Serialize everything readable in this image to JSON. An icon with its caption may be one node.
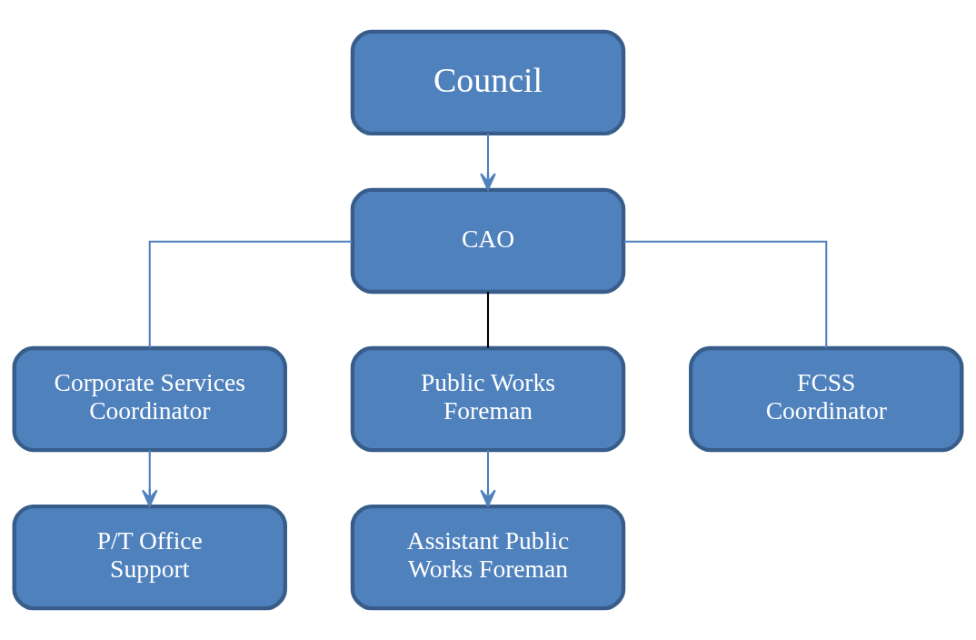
{
  "diagram": {
    "nodes": [
      {
        "text": [
          "Council"
        ]
      },
      {
        "text": [
          "CAO"
        ]
      },
      {
        "text": [
          "Corporate Services Coordinator"
        ]
      },
      {
        "text": [
          "Public Works Foreman"
        ]
      },
      {
        "text": [
          "FCSS Coordinator"
        ]
      },
      {
        "text": [
          "P/T Office Support"
        ]
      },
      {
        "text": [
          "Assistant Public Works Foreman"
        ]
      }
    ],
    "edges": [
      {
        "from": 0,
        "to": 1,
        "arrow": "to"
      },
      {
        "from": 1,
        "to": 2,
        "arrow": "none"
      },
      {
        "from": 1,
        "to": 3,
        "arrow": "none",
        "color": "#000000"
      },
      {
        "from": 1,
        "to": 4,
        "arrow": "none"
      },
      {
        "from": 2,
        "to": 5,
        "arrow": "to"
      },
      {
        "from": 3,
        "to": 6,
        "arrow": "to"
      }
    ]
  }
}
